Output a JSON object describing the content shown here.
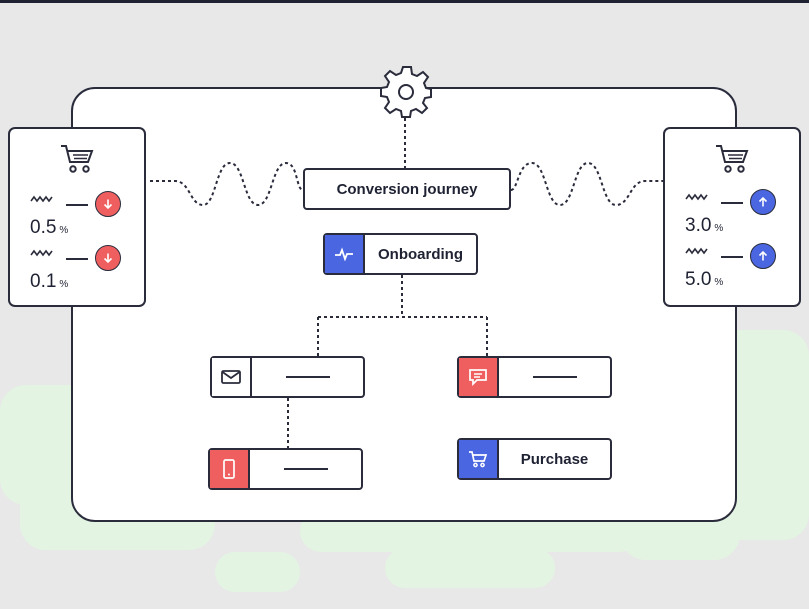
{
  "colors": {
    "background": "#e8e8e8",
    "panel": "#ffffff",
    "stroke": "#2a2c3c",
    "down_red": "#ef5f5f",
    "up_blue": "#4a66e0",
    "accent_green": "#e3f4e2"
  },
  "diagram": {
    "title": "Conversion journey",
    "onboarding": {
      "label": "Onboarding",
      "icon": "activity-pulse-icon"
    },
    "purchase": {
      "label": "Purchase",
      "icon": "shopping-cart-icon"
    },
    "steps": [
      {
        "icon": "mail-icon",
        "label": ""
      },
      {
        "icon": "chat-bubble-icon",
        "label": ""
      },
      {
        "icon": "smartphone-icon",
        "label": ""
      }
    ],
    "hub_icon": "gear-icon"
  },
  "left_card": {
    "icon": "shopping-cart-icon",
    "metrics": [
      {
        "value": "0.5",
        "unit": "%",
        "direction": "down",
        "icon": "arrow-down-icon"
      },
      {
        "value": "0.1",
        "unit": "%",
        "direction": "down",
        "icon": "arrow-down-icon"
      }
    ]
  },
  "right_card": {
    "icon": "shopping-cart-icon",
    "metrics": [
      {
        "value": "3.0",
        "unit": "%",
        "direction": "up",
        "icon": "arrow-up-icon"
      },
      {
        "value": "5.0",
        "unit": "%",
        "direction": "up",
        "icon": "arrow-up-icon"
      }
    ]
  }
}
